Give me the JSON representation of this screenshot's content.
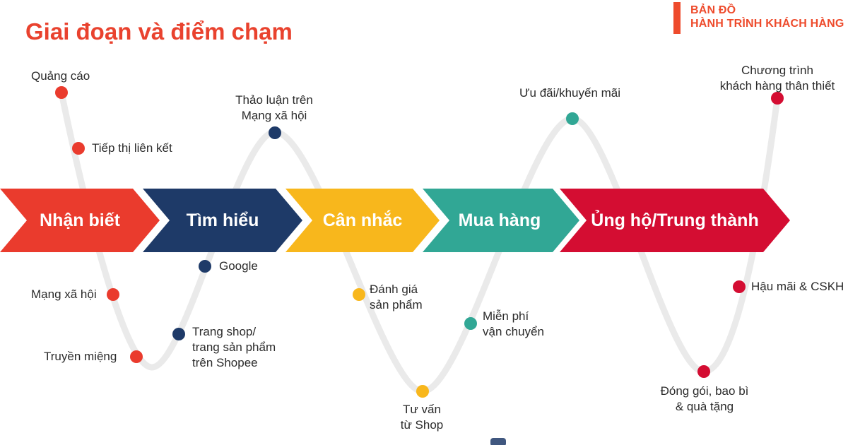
{
  "header": {
    "title": "Giai đoạn và điểm chạm",
    "badge": {
      "line1": "BẢN ĐỒ",
      "line2": "HÀNH TRÌNH KHÁCH HÀNG"
    }
  },
  "colors": {
    "title": "#e9422e",
    "badge": "#ee4b2c",
    "curve": "#eaeaea",
    "label_text": "#2b2b2b",
    "stage_awareness": "#ea3b2d",
    "stage_research": "#1e3a68",
    "stage_consideration": "#f8b71c",
    "stage_purchase": "#31a795",
    "stage_loyalty": "#d40d32"
  },
  "stages": [
    {
      "label": "Nhận biết",
      "color": "#ea3b2d"
    },
    {
      "label": "Tìm hiểu",
      "color": "#1e3a68"
    },
    {
      "label": "Cân nhắc",
      "color": "#f8b71c"
    },
    {
      "label": "Mua hàng",
      "color": "#31a795"
    },
    {
      "label": "Ủng hộ/Trung thành",
      "color": "#d40d32"
    }
  ],
  "touchpoints": [
    {
      "label": "Quảng cáo",
      "stage": "Nhận biết",
      "position": "above",
      "color": "#ea3b2d"
    },
    {
      "label": "Tiếp thị liên kết",
      "stage": "Nhận biết",
      "position": "above",
      "color": "#ea3b2d"
    },
    {
      "label": "Mạng xã hội",
      "stage": "Nhận biết",
      "position": "below",
      "color": "#ea3b2d"
    },
    {
      "label": "Truyền miệng",
      "stage": "Nhận biết",
      "position": "below",
      "color": "#ea3b2d"
    },
    {
      "label": "Thảo luận trên\nMạng xã hội",
      "stage": "Tìm hiểu",
      "position": "above",
      "color": "#1e3a68"
    },
    {
      "label": "Google",
      "stage": "Tìm hiểu",
      "position": "below",
      "color": "#1e3a68"
    },
    {
      "label": "Trang shop/\ntrang sản phẩm\ntrên Shopee",
      "stage": "Tìm hiểu",
      "position": "below",
      "color": "#1e3a68"
    },
    {
      "label": "Đánh giá\nsản phẩm",
      "stage": "Cân nhắc",
      "position": "below",
      "color": "#f8b71c"
    },
    {
      "label": "Tư vấn\ntừ Shop",
      "stage": "Cân nhắc",
      "position": "below",
      "color": "#f8b71c"
    },
    {
      "label": "Ưu đãi/khuyến mãi",
      "stage": "Mua hàng",
      "position": "above",
      "color": "#31a795"
    },
    {
      "label": "Miễn phí\nvận chuyển",
      "stage": "Mua hàng",
      "position": "below",
      "color": "#31a795"
    },
    {
      "label": "Chương trình\nkhách hàng thân thiết",
      "stage": "Ủng hộ/Trung thành",
      "position": "above",
      "color": "#d40d32"
    },
    {
      "label": "Hậu mãi & CSKH",
      "stage": "Ủng hộ/Trung thành",
      "position": "below",
      "color": "#d40d32"
    },
    {
      "label": "Đóng gói, bao bì\n& quà tặng",
      "stage": "Ủng hộ/Trung thành",
      "position": "below",
      "color": "#d40d32"
    }
  ]
}
